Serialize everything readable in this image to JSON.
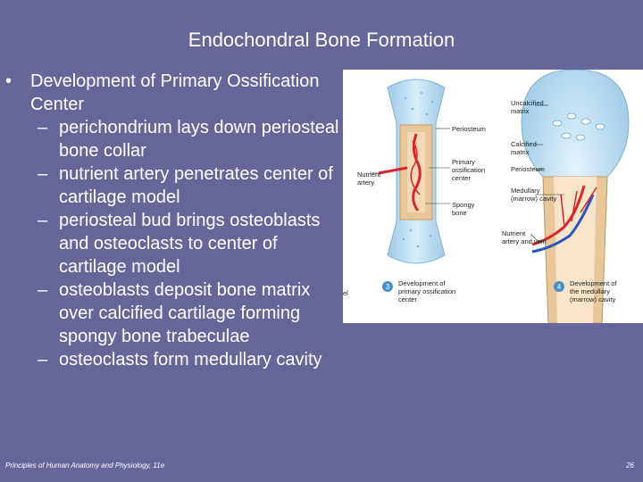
{
  "slide": {
    "title": "Endochondral Bone Formation",
    "bullet_main": "Development of Primary Ossification Center",
    "sub_bullets": [
      "perichondrium lays down periosteal bone collar",
      "nutrient artery penetrates center of cartilage model",
      "periosteal bud brings osteoblasts and osteoclasts to center of cartilage model",
      "osteoblasts deposit bone matrix over calcified cartilage forming spongy bone trabeculae",
      "osteoclasts form medullary cavity"
    ],
    "bullet_symbol": "•",
    "dash_symbol": "–"
  },
  "figure": {
    "labels": {
      "periosteum_left": "Periosteum",
      "primary_ossification_center": [
        "Primary",
        "ossification",
        "center"
      ],
      "nutrient_artery": [
        "Nutrient",
        "artery"
      ],
      "spongy_bone": [
        "Spongy",
        "bone"
      ],
      "uncalcified_matrix": [
        "Uncalcified",
        "matrix"
      ],
      "calcified_matrix": [
        "Calcified",
        "matrix"
      ],
      "periosteum_right": "Periosteum",
      "medullary_cavity": [
        "Medullary",
        "(marrow) cavity"
      ],
      "nutrient_artery_vein": [
        "Nutrient",
        "artery and vein"
      ],
      "step3_number": "3",
      "step3_caption": [
        "Development of",
        "primary ossification",
        "center"
      ],
      "step4_number": "4",
      "step4_caption": [
        "Development of",
        "the medullary",
        "(marrow) cavity"
      ],
      "cut_label": "el"
    },
    "colors": {
      "cartilage": "#bcdcee",
      "artery": "#d8262a",
      "vein": "#2a56b8",
      "bone": "#e8c89a",
      "step_badge": "#4a90c8"
    }
  },
  "footer": {
    "left": "Principles of Human Anatomy and Physiology, 11e",
    "right": "26"
  }
}
